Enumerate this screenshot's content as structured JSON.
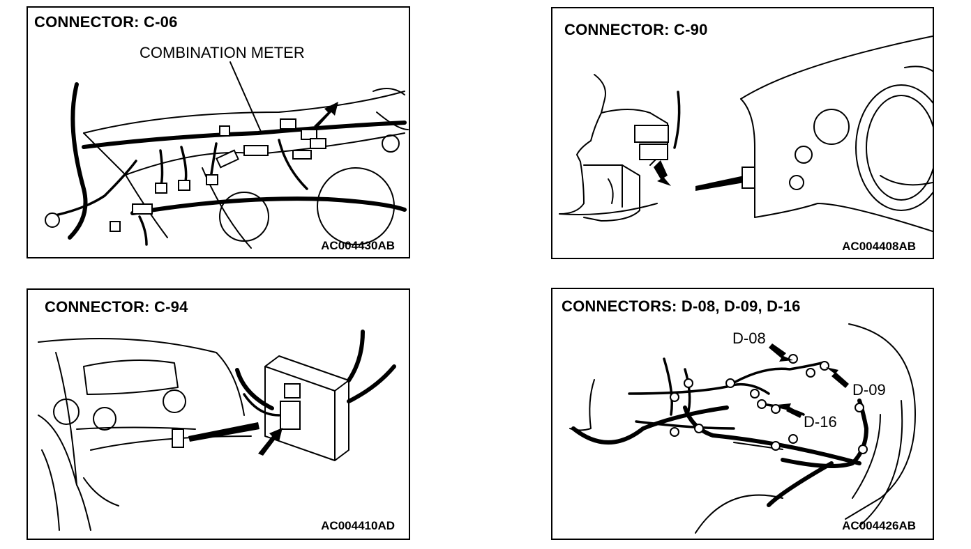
{
  "panels": [
    {
      "title": "CONNECTOR: C-06",
      "code": "AC004430AB",
      "labels": [
        "COMBINATION METER"
      ]
    },
    {
      "title": "CONNECTOR: C-90",
      "code": "AC004408AB",
      "labels": []
    },
    {
      "title": "CONNECTOR: C-94",
      "code": "AC004410AD",
      "labels": []
    },
    {
      "title": "CONNECTORS: D-08, D-09, D-16",
      "code": "AC004426AB",
      "labels": [
        "D-08",
        "D-09",
        "D-16"
      ]
    }
  ]
}
